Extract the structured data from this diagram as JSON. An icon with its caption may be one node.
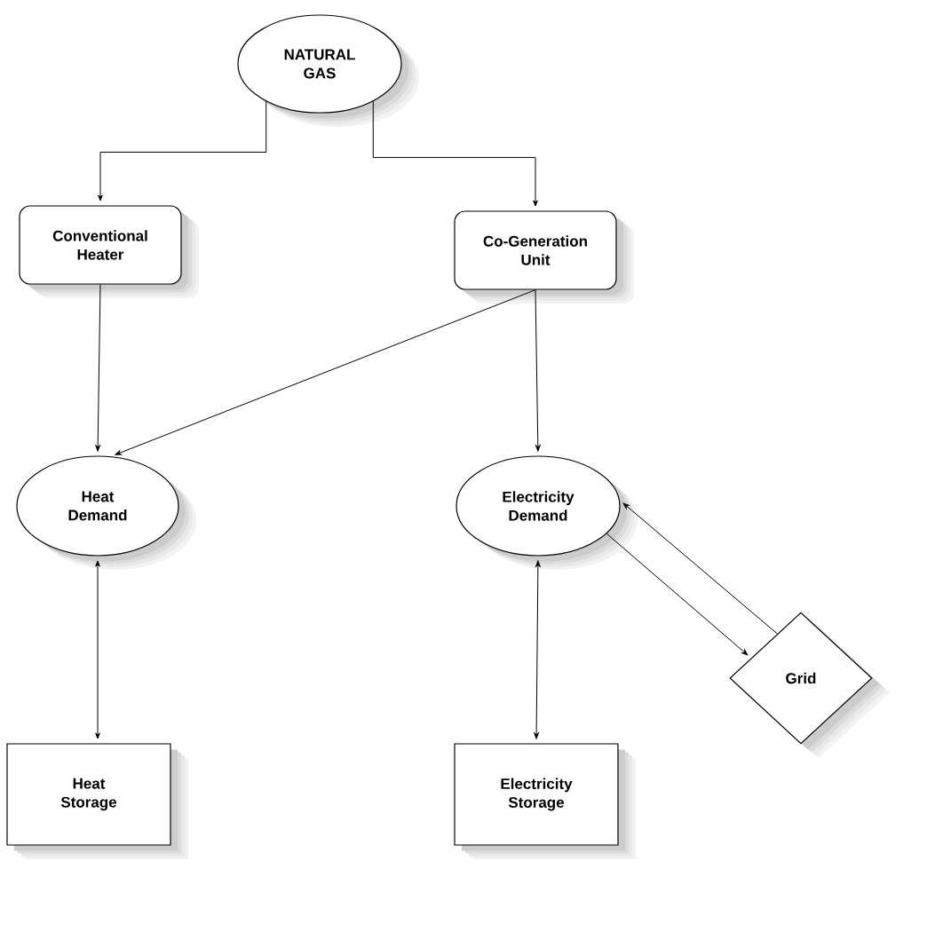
{
  "diagram": {
    "nodes": [
      {
        "text": [
          "NATURAL GAS"
        ]
      },
      {
        "text": [
          "Conventional Heater"
        ]
      },
      {
        "text": [
          "Co-Generation Unit"
        ]
      },
      {
        "text": [
          "Heat Demand"
        ]
      },
      {
        "text": [
          "Electricity Demand"
        ]
      },
      {
        "text": [
          "Grid"
        ]
      },
      {
        "text": [
          "Heat Storage"
        ]
      },
      {
        "text": [
          "Electricity Storage"
        ]
      }
    ],
    "edges": [
      {
        "from": 0,
        "to": 1,
        "arrow": "to"
      },
      {
        "from": 0,
        "to": 2,
        "arrow": "to"
      },
      {
        "from": 1,
        "to": 3,
        "arrow": "to"
      },
      {
        "from": 2,
        "to": 3,
        "arrow": "to"
      },
      {
        "from": 2,
        "to": 4,
        "arrow": "to"
      },
      {
        "from": 4,
        "to": 5,
        "arrow": "to"
      },
      {
        "from": 5,
        "to": 4,
        "arrow": "to"
      },
      {
        "from": 6,
        "to": 3,
        "arrow": "both"
      },
      {
        "from": 7,
        "to": 4,
        "arrow": "both"
      }
    ]
  }
}
